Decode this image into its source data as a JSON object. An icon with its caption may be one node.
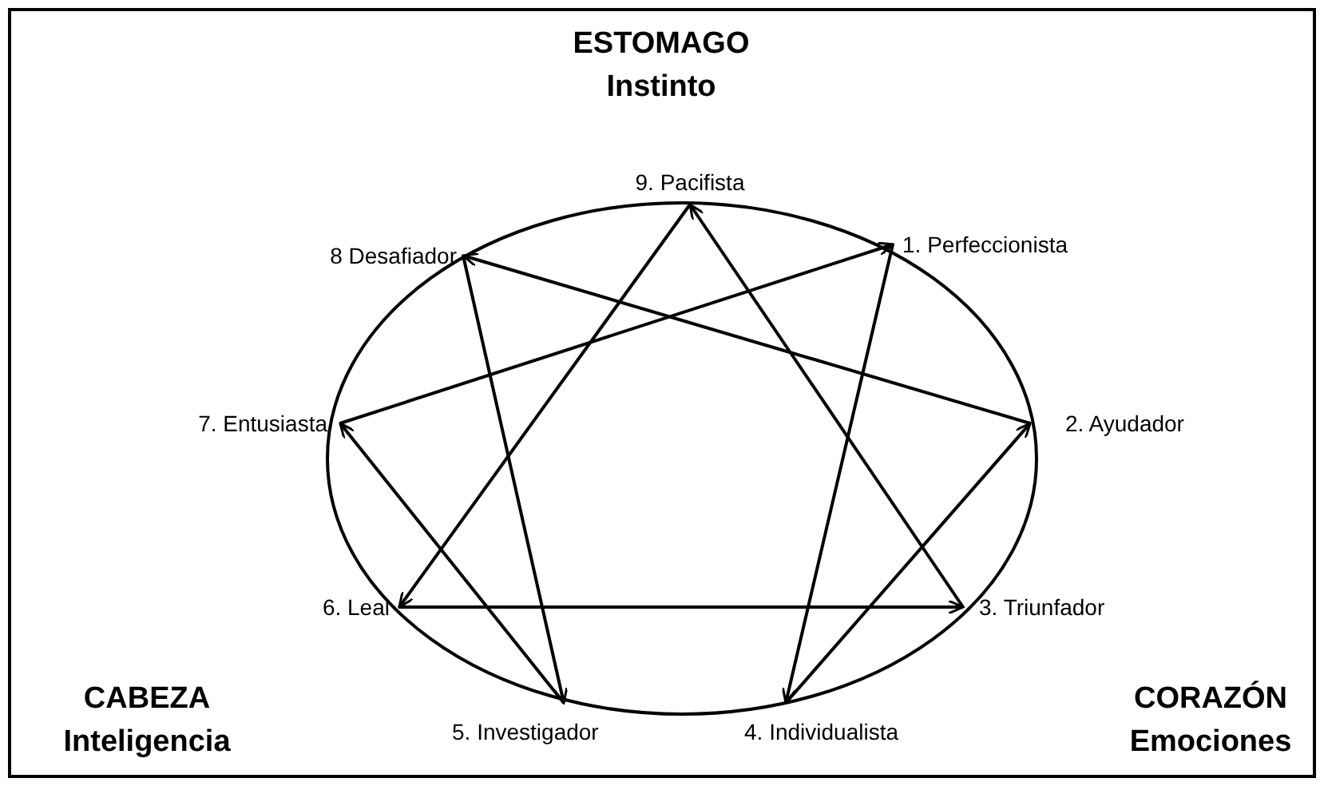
{
  "diagram": {
    "nodes": [
      {
        "text": [
          "9. Pacifista"
        ]
      },
      {
        "text": [
          "1. Perfeccionista"
        ]
      },
      {
        "text": [
          "2. Ayudador"
        ]
      },
      {
        "text": [
          "3. Triunfador"
        ]
      },
      {
        "text": [
          "4. Individualista"
        ]
      },
      {
        "text": [
          "5. Investigador"
        ]
      },
      {
        "text": [
          "6. Leal"
        ]
      },
      {
        "text": [
          "7. Entusiasta"
        ]
      },
      {
        "text": [
          "8 Desafiador"
        ]
      }
    ],
    "edges": [
      {
        "from": 1,
        "to": 4,
        "arrow": "to"
      },
      {
        "from": 4,
        "to": 2,
        "arrow": "to"
      },
      {
        "from": 2,
        "to": 8,
        "arrow": "to"
      },
      {
        "from": 8,
        "to": 5,
        "arrow": "to"
      },
      {
        "from": 5,
        "to": 7,
        "arrow": "to"
      },
      {
        "from": 7,
        "to": 1,
        "arrow": "to"
      },
      {
        "from": 0,
        "to": 6,
        "arrow": "to"
      },
      {
        "from": 6,
        "to": 3,
        "arrow": "to"
      },
      {
        "from": 3,
        "to": 0,
        "arrow": "to"
      }
    ],
    "labels": [
      "ESTOMAGO",
      "Instinto",
      "CABEZA",
      "Inteligencia",
      "CORAZÓN",
      "Emociones"
    ]
  }
}
